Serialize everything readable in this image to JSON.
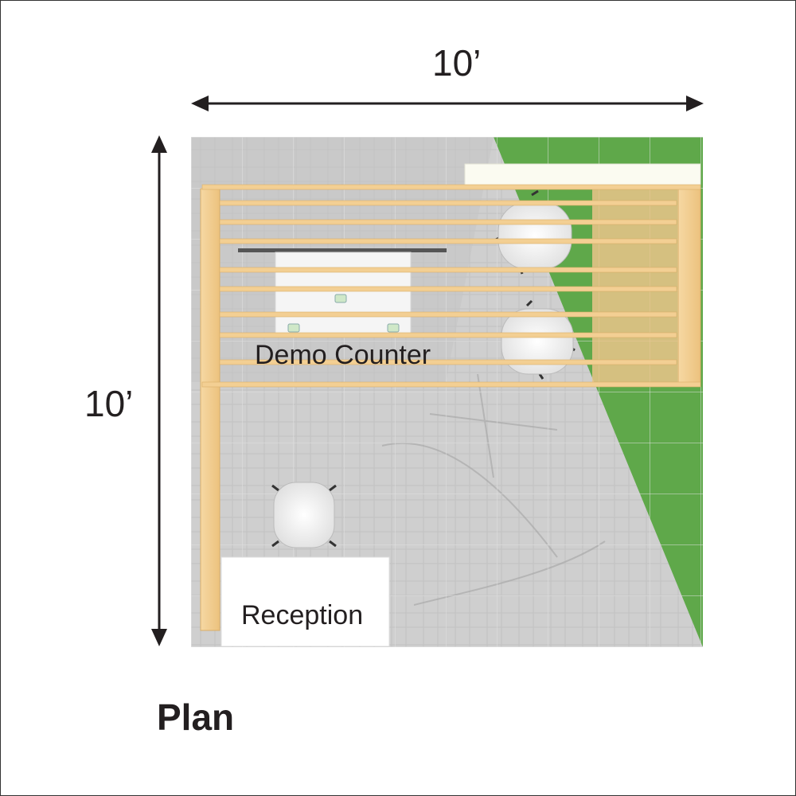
{
  "dimensions": {
    "width_label": "10’",
    "depth_label": "10’"
  },
  "labels": {
    "demo_counter": "Demo Counter",
    "reception": "Reception",
    "plan_title": "Plan"
  },
  "colors": {
    "floor_gray": "#c9c9c9",
    "accent_green": "#5fa84a",
    "wood": "#f3cf93",
    "wood_edge": "#d9ae68",
    "counter_white": "#ffffff",
    "chair_white": "#f4f4f4",
    "text": "#231f20"
  }
}
